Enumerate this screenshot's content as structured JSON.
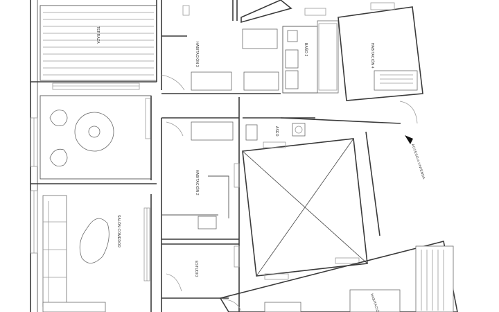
{
  "rooms": {
    "terraza": "TERRAZA",
    "habitacion_3": "HABITACIÓN 3",
    "bano_2": "BAÑO 2",
    "habitacion_4": "HABITACIÓN 4",
    "aseo": "ASEO",
    "habitacion_2": "HABITACIÓN 2",
    "salon_comedor": "SALÓN COMEDOR",
    "estudio": "ESTUDIO",
    "habitacion_bottom": "HABITACIÓN"
  },
  "labels": {
    "acceso": "ACCESO A VIVIENDA"
  },
  "icons": {
    "entry_arrow": "arrow-triangle-icon"
  },
  "colors": {
    "wall": "#3a3a3a",
    "fixture": "#6a6a6a",
    "background": "#ffffff"
  }
}
